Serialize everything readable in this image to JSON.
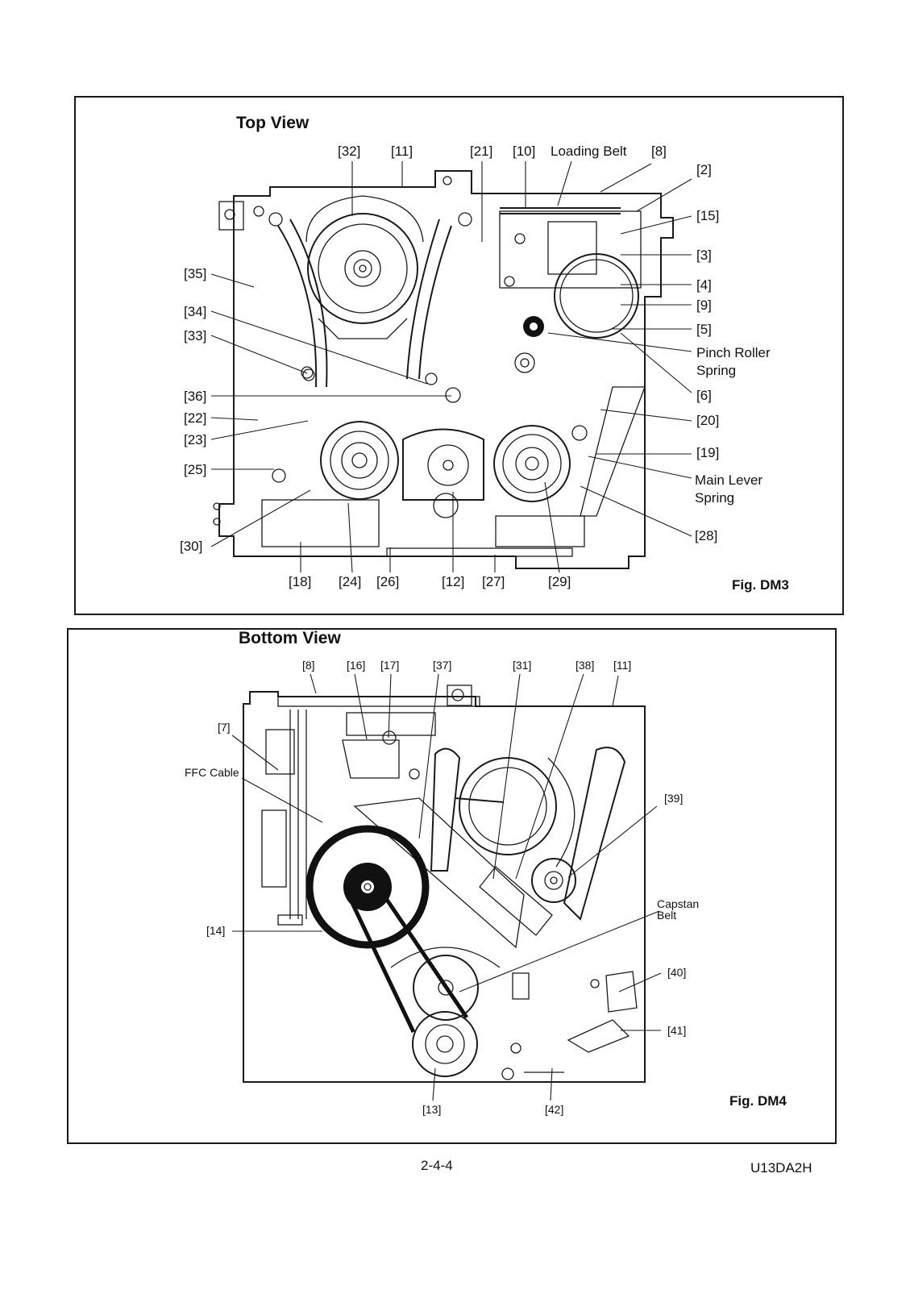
{
  "top_view": {
    "title": "Top View",
    "figure": "Fig. DM3",
    "labels": {
      "l32": "[32]",
      "l11": "[11]",
      "l21": "[21]",
      "l10": "[10]",
      "loading_belt": "Loading Belt",
      "l8": "[8]",
      "l2": "[2]",
      "l15": "[15]",
      "l3": "[3]",
      "l4": "[4]",
      "l9": "[9]",
      "l5": "[5]",
      "pinch_roller_1": "Pinch Roller",
      "pinch_roller_2": "Spring",
      "l6": "[6]",
      "l20": "[20]",
      "l19": "[19]",
      "main_lever_1": "Main Lever",
      "main_lever_2": "Spring",
      "l28": "[28]",
      "l35": "[35]",
      "l34": "[34]",
      "l33": "[33]",
      "l36": "[36]",
      "l22": "[22]",
      "l23": "[23]",
      "l25": "[25]",
      "l30": "[30]",
      "l18": "[18]",
      "l24": "[24]",
      "l26": "[26]",
      "l12": "[12]",
      "l27": "[27]",
      "l29": "[29]"
    }
  },
  "bottom_view": {
    "title": "Bottom View",
    "figure": "Fig. DM4",
    "labels": {
      "l8": "[8]",
      "l16": "[16]",
      "l17": "[17]",
      "l37": "[37]",
      "l31": "[31]",
      "l38": "[38]",
      "l11": "[11]",
      "l7": "[7]",
      "ffc": "FFC Cable",
      "l39": "[39]",
      "capstan_1": "Capstan",
      "capstan_2": "Belt",
      "l14": "[14]",
      "l40": "[40]",
      "l41": "[41]",
      "l13": "[13]",
      "l42": "[42]"
    }
  },
  "footer": {
    "page_number": "2-4-4",
    "doc_code": "U13DA2H"
  }
}
